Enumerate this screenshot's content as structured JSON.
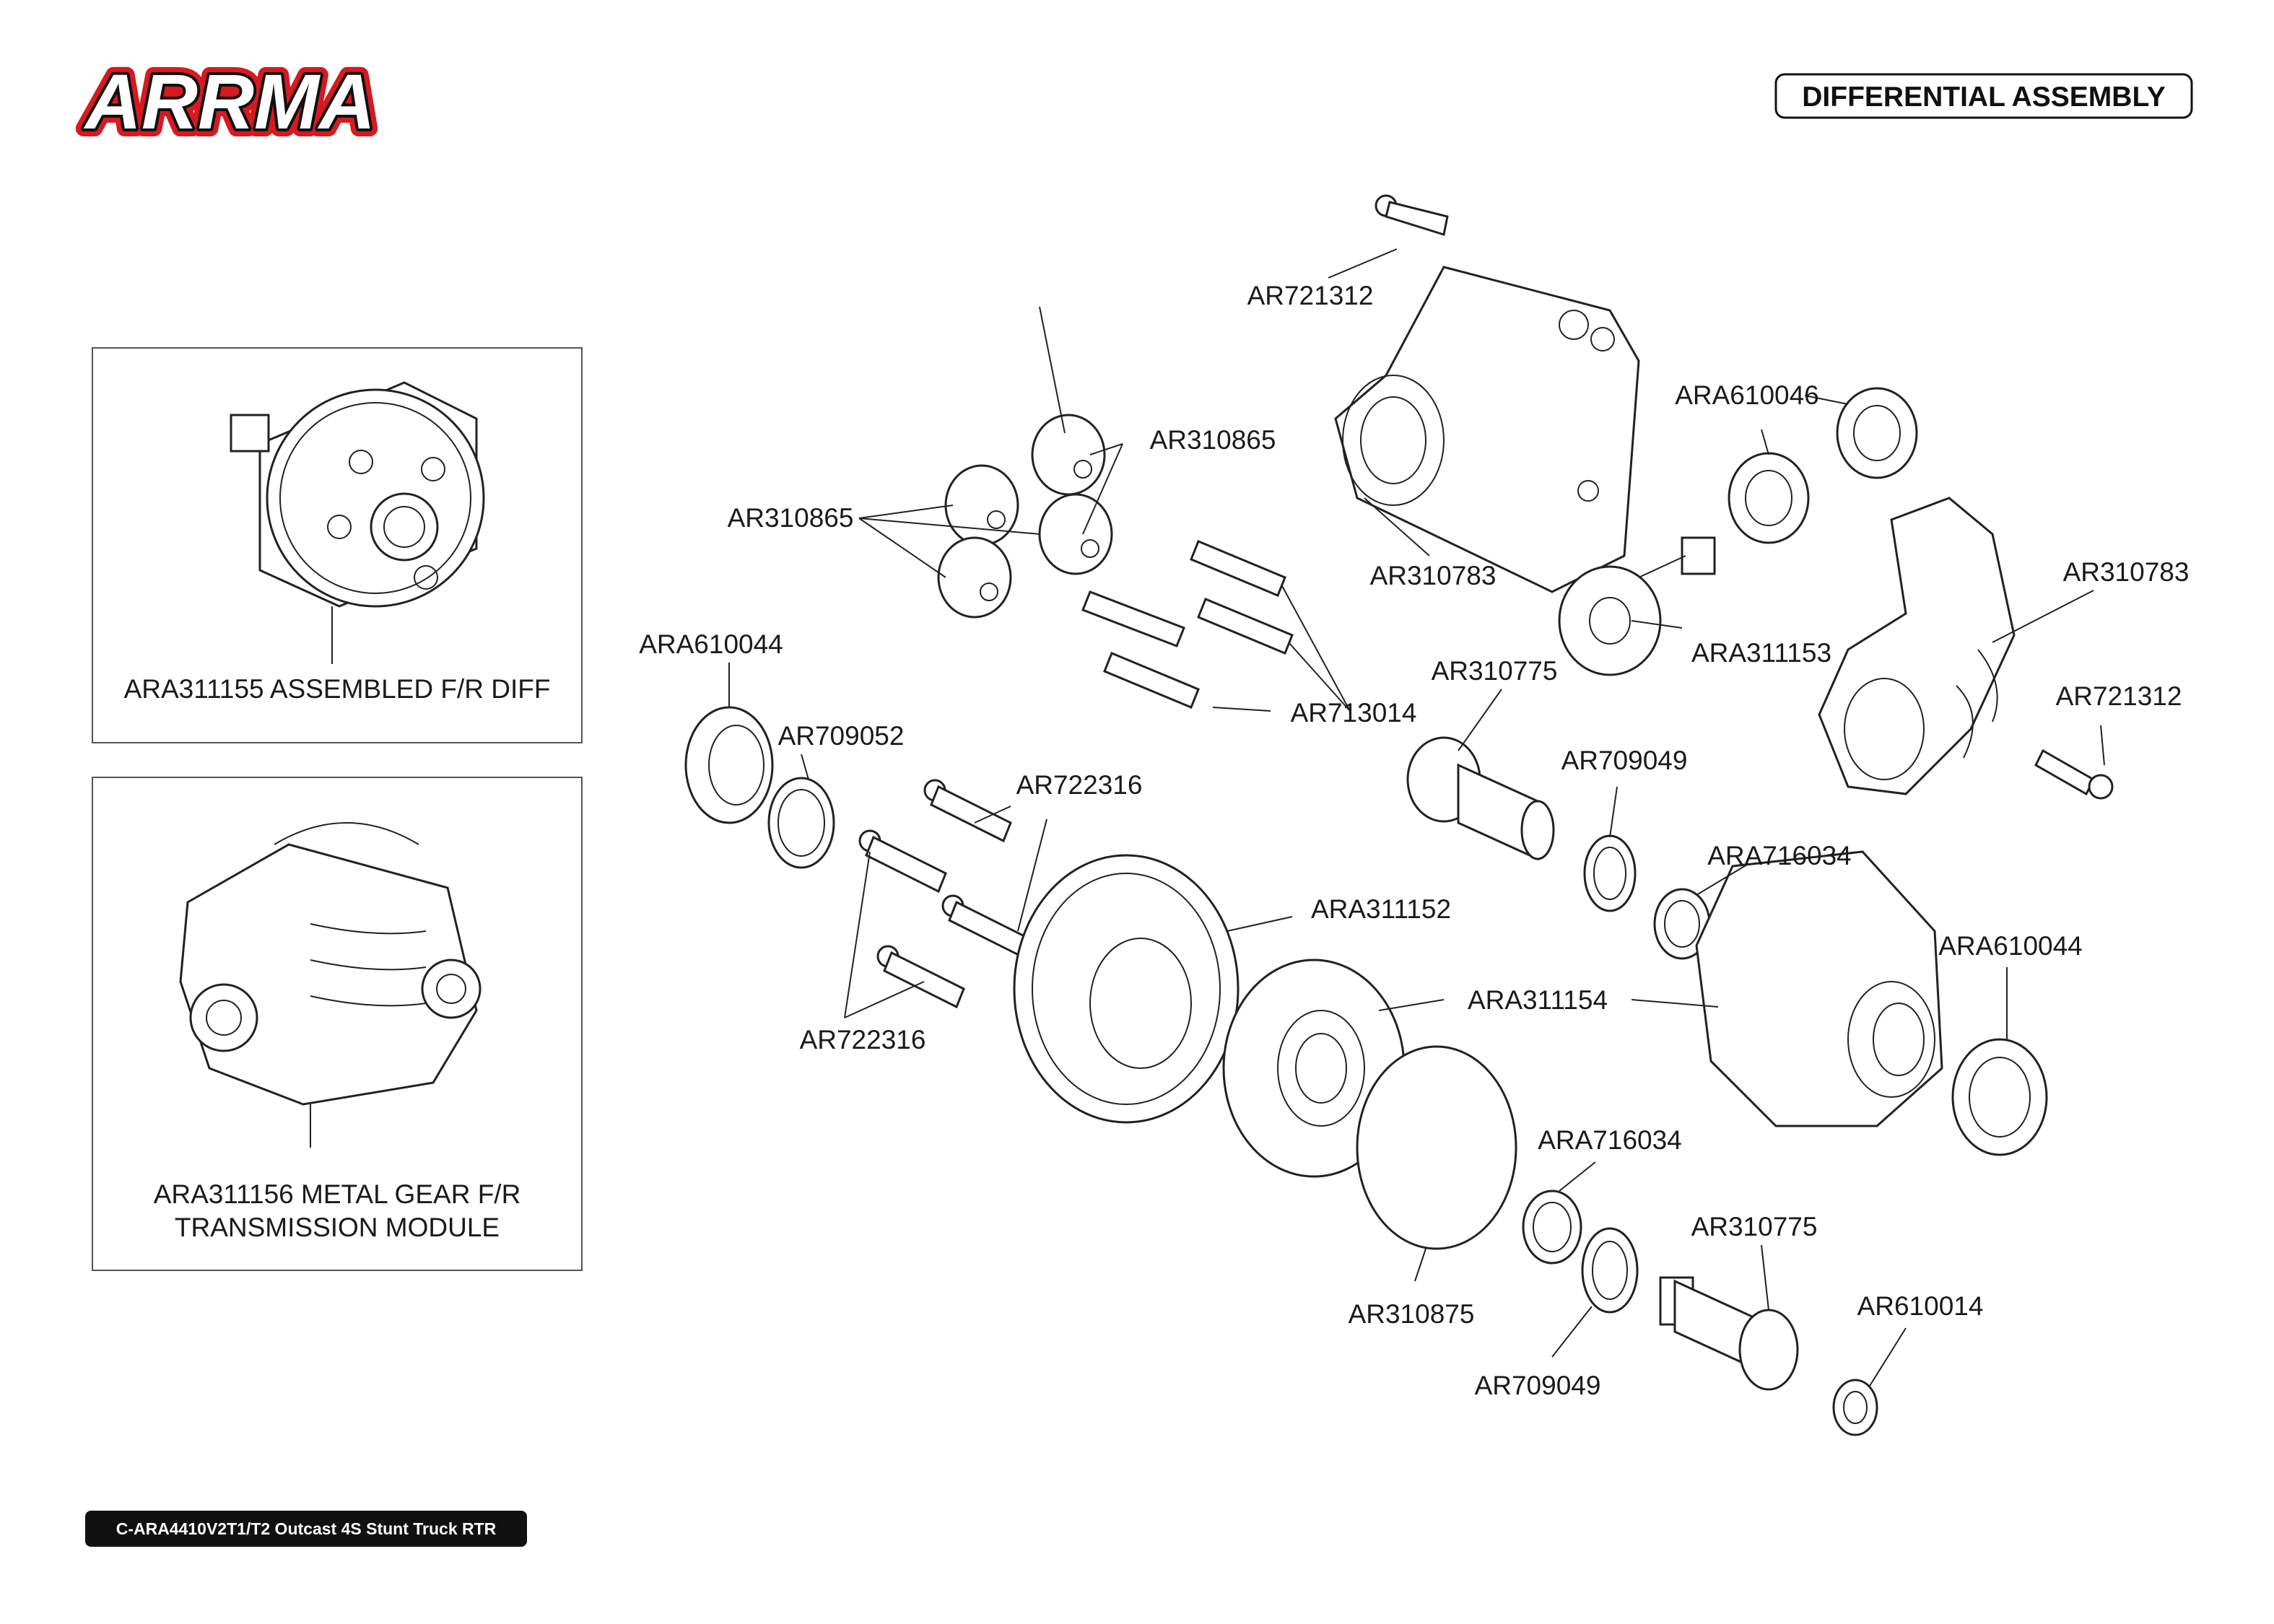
{
  "brand": {
    "logo_text": "ARRMA",
    "logo_color": "#d71920"
  },
  "header": {
    "title": "DIFFERENTIAL ASSEMBLY"
  },
  "footer": {
    "model": "C-ARA4410V2T1/T2 Outcast 4S Stunt Truck RTR"
  },
  "insets": [
    {
      "caption": "ARA311155 ASSEMBLED F/R DIFF"
    },
    {
      "caption_line1": "ARA311156 METAL GEAR F/R",
      "caption_line2": "TRANSMISSION MODULE"
    }
  ],
  "part_labels": [
    "AR721312",
    "AR310865",
    "AR310865",
    "AR310783",
    "ARA610046",
    "AR310783",
    "ARA311153",
    "ARA610044",
    "AR713014",
    "AR310775",
    "AR721312",
    "AR709052",
    "AR722316",
    "AR709049",
    "ARA716034",
    "ARA311152",
    "ARA610044",
    "ARA311154",
    "AR722316",
    "ARA716034",
    "AR310775",
    "AR310875",
    "AR610014",
    "AR709049"
  ]
}
